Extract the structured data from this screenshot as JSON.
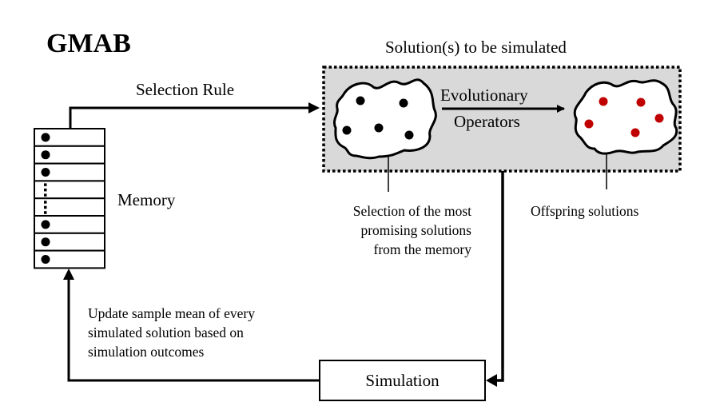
{
  "title": "GMAB",
  "labels": {
    "selection_rule": "Selection Rule",
    "solutions_to_simulate": "Solution(s) to be simulated",
    "evolutionary": "Evolutionary",
    "operators": "Operators",
    "memory": "Memory",
    "selection_note": [
      "Selection of the most",
      "promising solutions",
      "from the memory"
    ],
    "offspring_note": "Offspring solutions",
    "update_note": [
      "Update sample mean of every",
      "simulated solution based on",
      "simulation outcomes"
    ],
    "simulation": "Simulation"
  },
  "memory": {
    "slots": [
      "filled",
      "filled",
      "filled",
      "ellipsis",
      "ellipsis",
      "filled",
      "filled",
      "filled"
    ]
  },
  "colors": {
    "solution_dot": "#000000",
    "offspring_dot": "#c00000",
    "panel_fill": "#d9d9d9"
  }
}
